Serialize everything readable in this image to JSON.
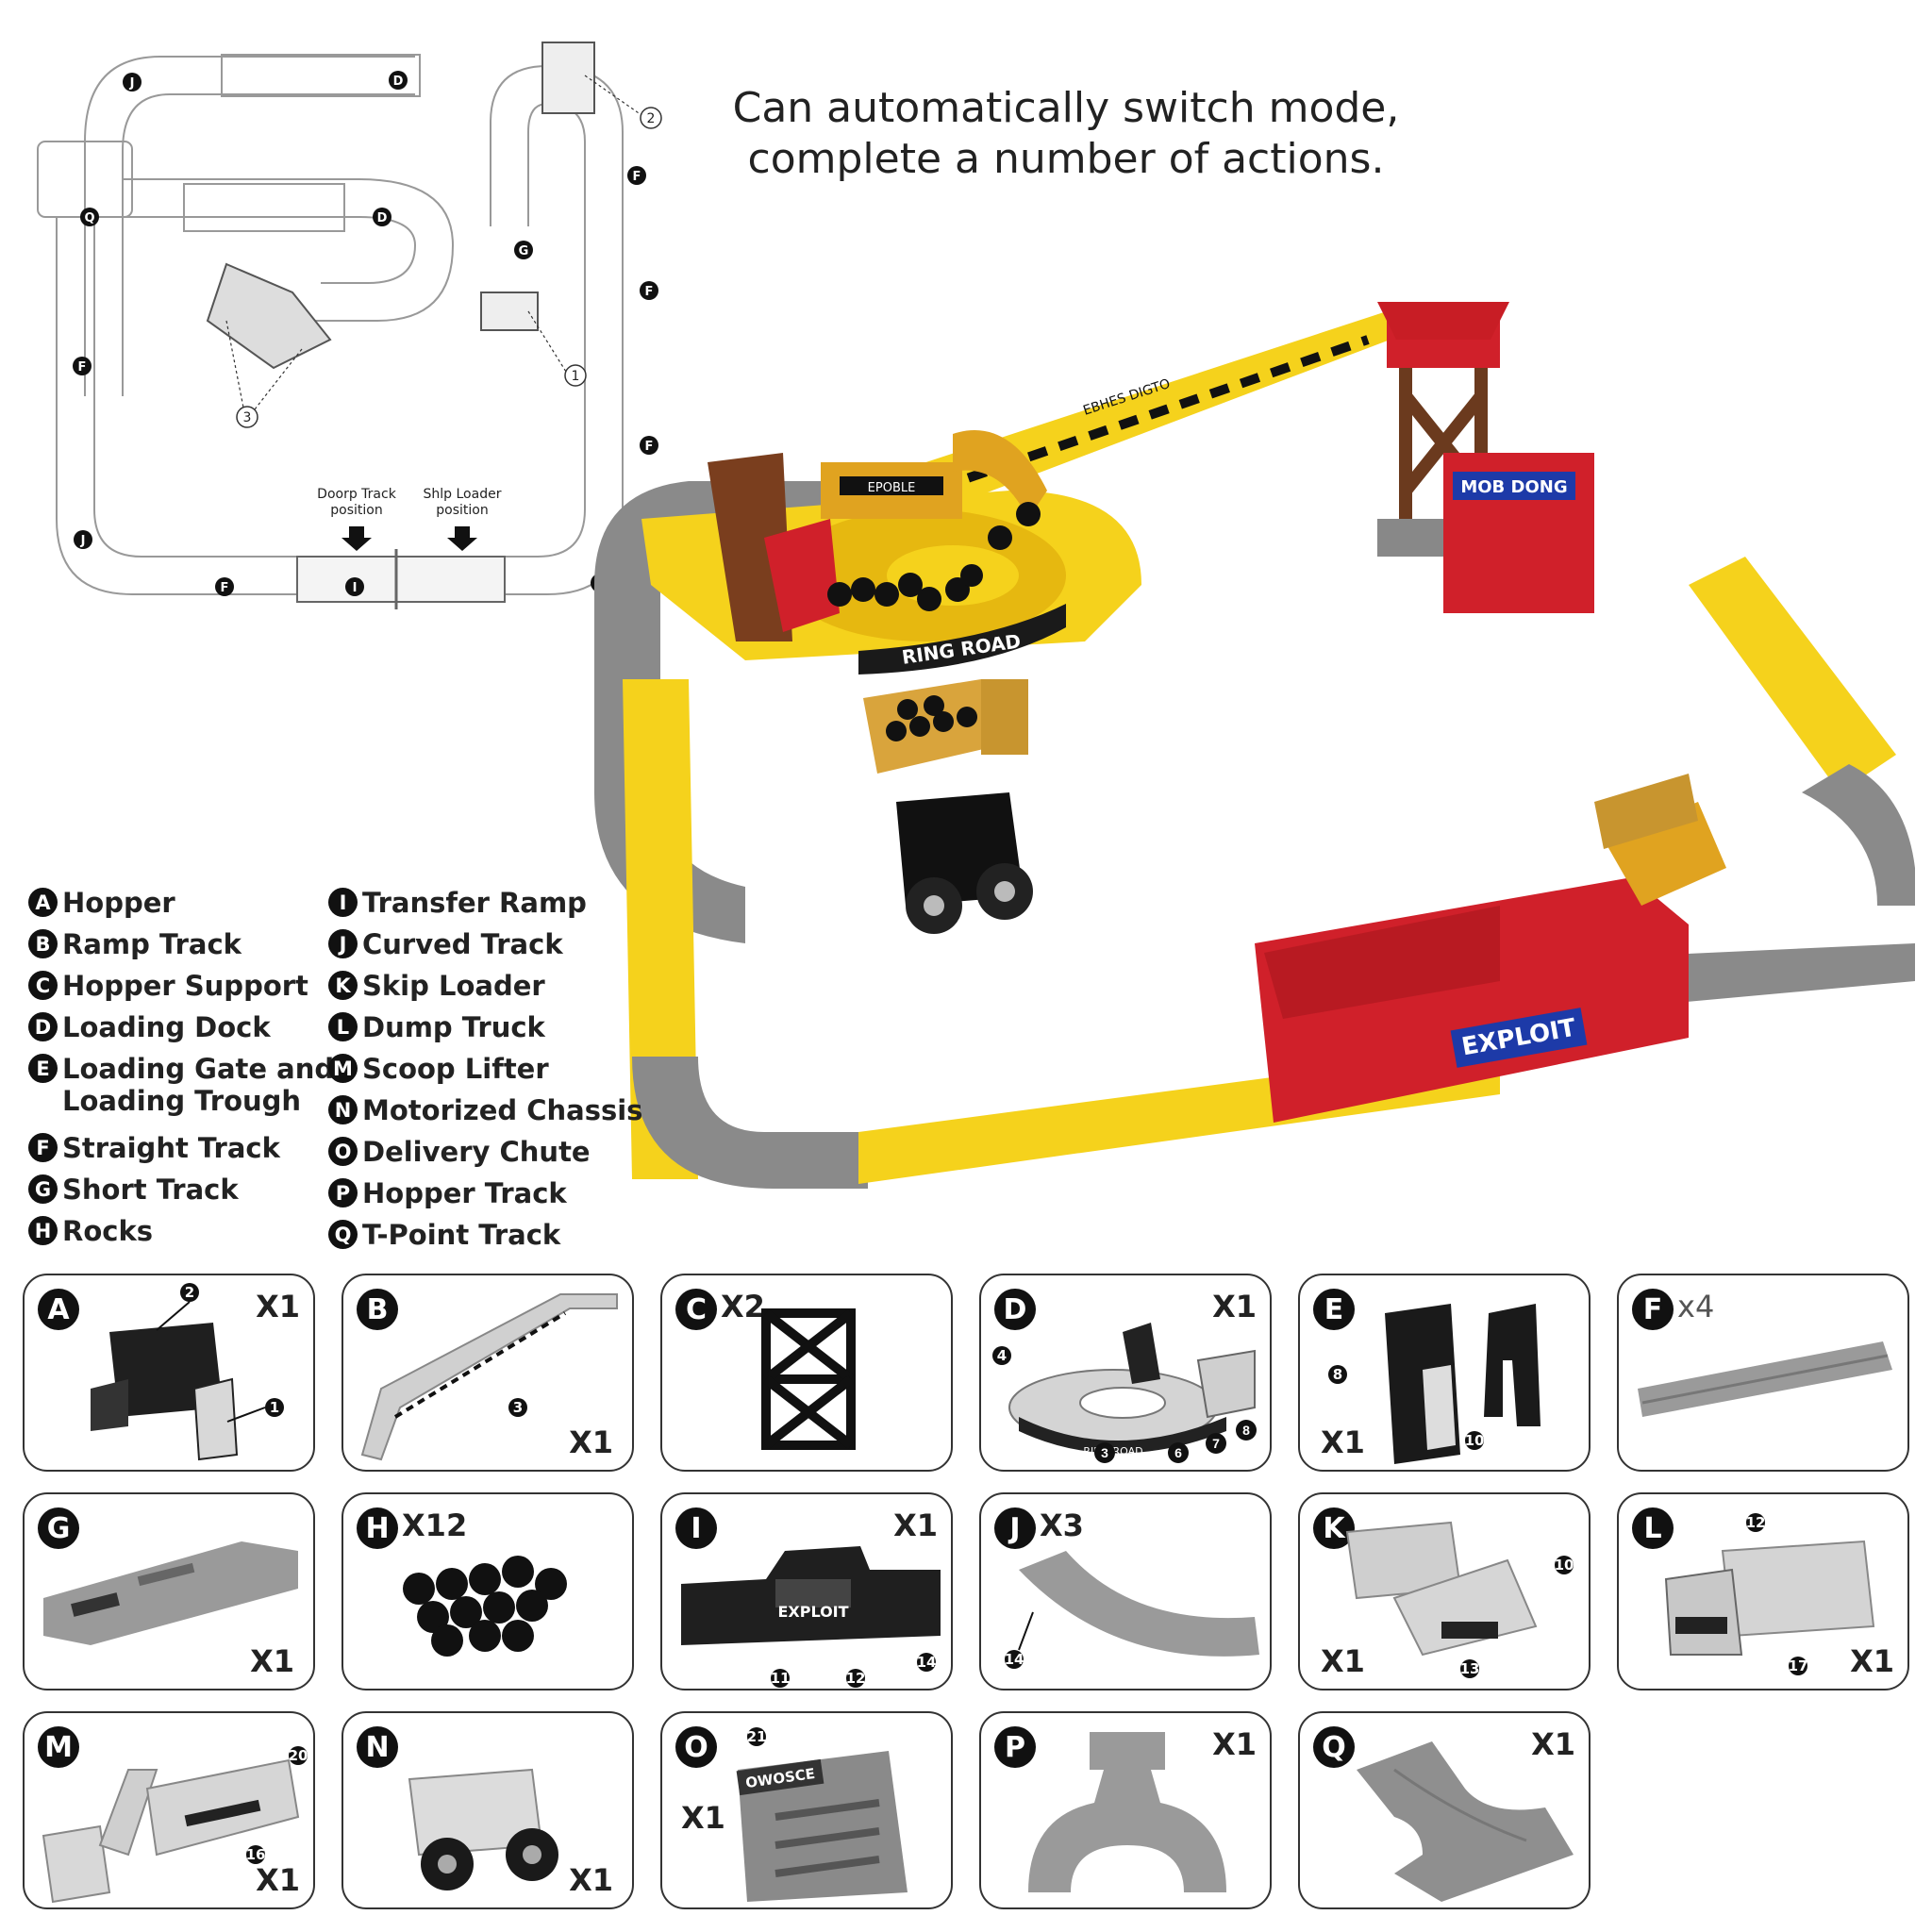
{
  "headline": {
    "line1": "Can automatically switch mode,",
    "line2": "complete a number of actions."
  },
  "diagram": {
    "letters": {
      "top_left_curve": "J",
      "top_straight": "D",
      "tpoint": "Q",
      "inner_straight": "D",
      "right_upper": "F",
      "short": "G",
      "right_mid": "F",
      "right_lower": "F",
      "left": "F",
      "bottom_left_curve": "J",
      "bottom_straight": "F",
      "transfer": "I",
      "bottom_right_curve": "J"
    },
    "callouts": [
      "1",
      "2",
      "3"
    ],
    "dump_track_label_line1": "Doorp Track",
    "dump_track_label_line2": "position",
    "ship_loader_label_line1": "Shlp Loader",
    "ship_loader_label_line2": "position"
  },
  "legend": {
    "left": [
      {
        "letter": "A",
        "label": "Hopper"
      },
      {
        "letter": "B",
        "label": "Ramp Track"
      },
      {
        "letter": "C",
        "label": "Hopper Support"
      },
      {
        "letter": "D",
        "label": "Loading Dock"
      },
      {
        "letter": "E",
        "label": "Loading Gate and\nLoading Trough"
      },
      {
        "letter": "F",
        "label": "Straight Track"
      },
      {
        "letter": "G",
        "label": "Short Track"
      },
      {
        "letter": "H",
        "label": "Rocks"
      }
    ],
    "right": [
      {
        "letter": "I",
        "label": "Transfer Ramp"
      },
      {
        "letter": "J",
        "label": "Curved Track"
      },
      {
        "letter": "K",
        "label": "Skip Loader"
      },
      {
        "letter": "L",
        "label": "Dump Truck"
      },
      {
        "letter": "M",
        "label": "Scoop Lifter"
      },
      {
        "letter": "N",
        "label": "Motorized Chassis"
      },
      {
        "letter": "O",
        "label": "Delivery Chute"
      },
      {
        "letter": "P",
        "label": "Hopper Track"
      },
      {
        "letter": "Q",
        "label": "T-Point Track"
      }
    ]
  },
  "photo_text": {
    "ring_road": "RING ROAD",
    "sign_top": "MOB DONG",
    "exploit": "EXPLOIT",
    "ramp_label": "EBHES DIGTO",
    "hopper_label": "EPOBLE"
  },
  "parts": [
    {
      "letter": "A",
      "qty": "X1",
      "nums": [
        "2",
        "1"
      ]
    },
    {
      "letter": "B",
      "qty": "X1",
      "nums": [
        "3"
      ]
    },
    {
      "letter": "C",
      "qty": "X2",
      "nums": []
    },
    {
      "letter": "D",
      "qty": "X1",
      "nums": [
        "4",
        "3",
        "6",
        "7",
        "8"
      ]
    },
    {
      "letter": "E",
      "qty": "X1",
      "nums": [
        "8",
        "10"
      ]
    },
    {
      "letter": "F",
      "qty": "x4",
      "nums": []
    },
    {
      "letter": "G",
      "qty": "X1",
      "nums": []
    },
    {
      "letter": "H",
      "qty": "X12",
      "nums": []
    },
    {
      "letter": "I",
      "qty": "X1",
      "nums": [
        "11",
        "12",
        "14"
      ]
    },
    {
      "letter": "J",
      "qty": "X3",
      "nums": [
        "14"
      ]
    },
    {
      "letter": "K",
      "qty": "X1",
      "nums": [
        "10",
        "13"
      ]
    },
    {
      "letter": "L",
      "qty": "X1",
      "nums": [
        "12",
        "17"
      ]
    },
    {
      "letter": "M",
      "qty": "X1",
      "nums": [
        "20",
        "16"
      ]
    },
    {
      "letter": "N",
      "qty": "X1",
      "nums": []
    },
    {
      "letter": "O",
      "qty": "X1",
      "nums": [
        "21"
      ]
    },
    {
      "letter": "P",
      "qty": "X1",
      "nums": []
    },
    {
      "letter": "Q",
      "qty": "X1",
      "nums": []
    }
  ],
  "part_text": {
    "d_ring": "RING ROAD",
    "i_sign": "EXPLOIT",
    "o_sign": "OWOSCE"
  },
  "colors": {
    "track_yellow": "#f5d21c",
    "track_grey": "#8a8a8a",
    "station_red": "#d0202a",
    "frame_brown": "#6b3a1e",
    "part_grey": "#9a9a9a",
    "badge_black": "#111111"
  }
}
